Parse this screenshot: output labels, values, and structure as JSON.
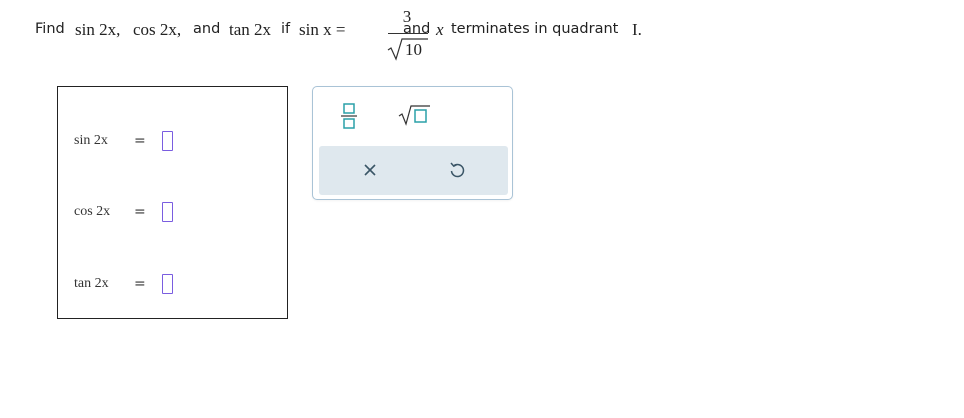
{
  "question": {
    "find": "Find",
    "sin2x": "sin 2x,",
    "cos2x": "cos 2x,",
    "and": "and",
    "tan2x": "tan 2x",
    "if": "if",
    "sinx": "sin x =",
    "numerator": "3",
    "denominator": "10",
    "tail_and": "and",
    "x": "x",
    "terminates": "terminates in quadrant",
    "quadrant": "I."
  },
  "answers": [
    {
      "label": "sin 2x",
      "eq": "=",
      "value": ""
    },
    {
      "label": "cos 2x",
      "eq": "=",
      "value": ""
    },
    {
      "label": "tan 2x",
      "eq": "=",
      "value": ""
    }
  ],
  "keypad": {
    "buttons": [
      "fraction-icon",
      "square-root-icon",
      "clear-icon",
      "undo-icon"
    ],
    "colors": {
      "icon_teal": "#2aa0a8",
      "action_bg": "#dfe8ee",
      "border": "#a9c3d6",
      "slot": "#7a5de0"
    }
  }
}
